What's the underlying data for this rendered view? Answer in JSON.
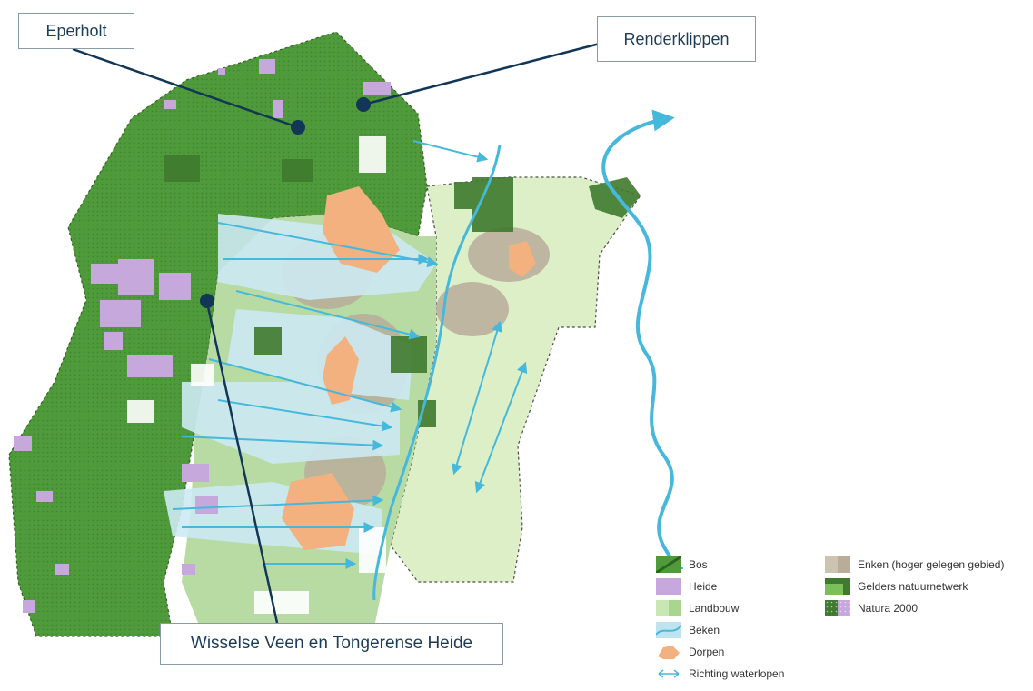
{
  "callouts": {
    "eperholt": "Eperholt",
    "renderklippen": "Renderklippen",
    "wisselse": "Wisselse Veen en Tongerense Heide"
  },
  "legend": {
    "items": [
      {
        "label": "Bos",
        "swatch": "bos-icon"
      },
      {
        "label": "Heide",
        "swatch": "heide-icon"
      },
      {
        "label": "Landbouw",
        "swatch": "landbouw-icon"
      },
      {
        "label": "Beken",
        "swatch": "beken-icon"
      },
      {
        "label": "Dorpen",
        "swatch": "dorpen-icon"
      },
      {
        "label": "Richting waterlopen",
        "swatch": "richting-arrow-icon"
      },
      {
        "label": "Enken  (hoger gelegen gebied)",
        "swatch": "enken-icon"
      },
      {
        "label": "Gelders natuurnetwerk",
        "swatch": "gnn-icon"
      },
      {
        "label": "Natura 2000",
        "swatch": "natura2000-icon"
      }
    ]
  },
  "colors": {
    "bos": "#4f9a3a",
    "heide": "#c7a8dc",
    "landbouw": "#c9e7b5",
    "beken": "#bfe3ef",
    "dorpen": "#f3b17f",
    "enken": "#b9ad9a",
    "water": "#45b8dc",
    "callout_line": "#123656"
  }
}
